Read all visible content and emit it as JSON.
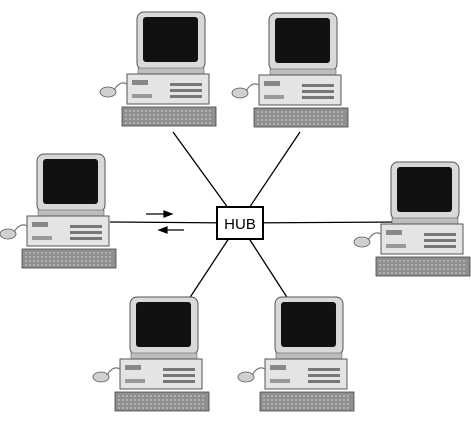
{
  "hub": {
    "label": "HUB"
  },
  "nodes": [
    {
      "name": "computer-top-left"
    },
    {
      "name": "computer-top-right"
    },
    {
      "name": "computer-left"
    },
    {
      "name": "computer-right"
    },
    {
      "name": "computer-bottom-left"
    },
    {
      "name": "computer-bottom-right"
    }
  ],
  "colors": {
    "line": "#000000",
    "screen": "#111111",
    "case": "#dcdcdc",
    "shade": "#9a9a9a",
    "keyboard": "#8c8c8c"
  }
}
